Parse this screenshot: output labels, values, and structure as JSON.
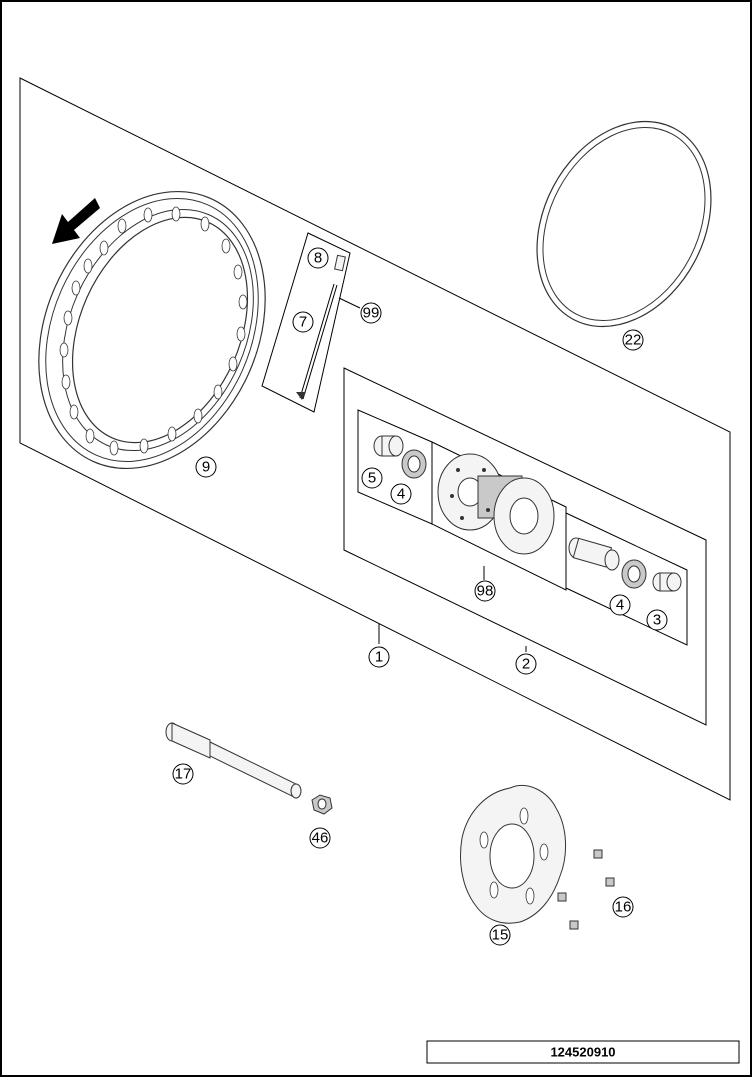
{
  "callouts": [
    {
      "id": "c1",
      "text": "1"
    },
    {
      "id": "c2",
      "text": "2"
    },
    {
      "id": "c3",
      "text": "3"
    },
    {
      "id": "c4a",
      "text": "4"
    },
    {
      "id": "c4b",
      "text": "4"
    },
    {
      "id": "c5",
      "text": "5"
    },
    {
      "id": "c7",
      "text": "7"
    },
    {
      "id": "c8",
      "text": "8"
    },
    {
      "id": "c9",
      "text": "9"
    },
    {
      "id": "c15",
      "text": "15"
    },
    {
      "id": "c16",
      "text": "16"
    },
    {
      "id": "c17",
      "text": "17"
    },
    {
      "id": "c22",
      "text": "22"
    },
    {
      "id": "c46",
      "text": "46"
    },
    {
      "id": "c98",
      "text": "98"
    },
    {
      "id": "c99",
      "text": "99"
    }
  ],
  "reference_number": "124520910"
}
